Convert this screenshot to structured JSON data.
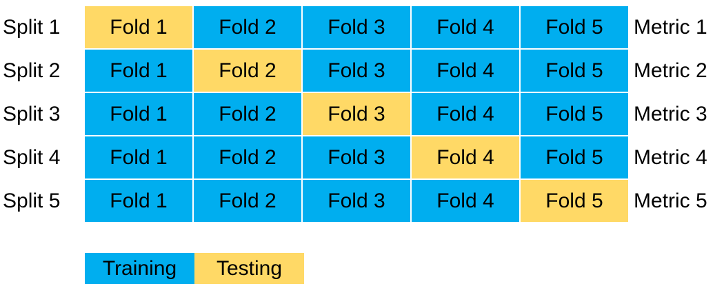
{
  "colors": {
    "training": "#00AEEF",
    "testing": "#FFD966",
    "gridline": "#ffffff",
    "text": "#000000"
  },
  "rows": [
    {
      "split": "Split 1",
      "metric": "Metric 1",
      "folds": [
        "Fold 1",
        "Fold 2",
        "Fold 3",
        "Fold 4",
        "Fold 5"
      ],
      "test_index": 0
    },
    {
      "split": "Split 2",
      "metric": "Metric 2",
      "folds": [
        "Fold 1",
        "Fold 2",
        "Fold 3",
        "Fold 4",
        "Fold 5"
      ],
      "test_index": 1
    },
    {
      "split": "Split 3",
      "metric": "Metric 3",
      "folds": [
        "Fold 1",
        "Fold 2",
        "Fold 3",
        "Fold 4",
        "Fold 5"
      ],
      "test_index": 2
    },
    {
      "split": "Split 4",
      "metric": "Metric 4",
      "folds": [
        "Fold 1",
        "Fold 2",
        "Fold 3",
        "Fold 4",
        "Fold 5"
      ],
      "test_index": 3
    },
    {
      "split": "Split 5",
      "metric": "Metric 5",
      "folds": [
        "Fold 1",
        "Fold 2",
        "Fold 3",
        "Fold 4",
        "Fold 5"
      ],
      "test_index": 4
    }
  ],
  "legend": {
    "training": "Training",
    "testing": "Testing"
  }
}
